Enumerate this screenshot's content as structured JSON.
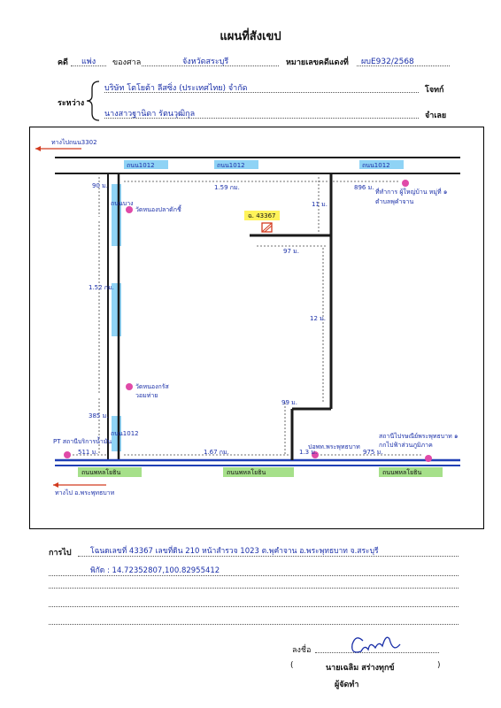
{
  "header": {
    "title": "แผนที่สังเขป",
    "case_label": "คดี",
    "case_type": "แพ่ง",
    "court_label": "ของศาล",
    "court_name": "จังหวัดสระบุรี",
    "red_case_label": "หมายเลขคดีแดงที่",
    "red_case_no": "ผบE932/2568"
  },
  "parties": {
    "between_label": "ระหว่าง",
    "plaintiff": "บริษัท โตโยต้า ลีสซิ่ง (ประเทศไทย) จำกัด",
    "plaintiff_role": "โจทก์",
    "defendant": "นางสาวฐานิดา  รัตนวุฒิกุล",
    "defendant_role": "จำเลย"
  },
  "map": {
    "to_top_left": "ทางไปถนน3302",
    "road_top_1": "ถนน1012",
    "road_top_2": "ถนน1012",
    "road_top_3": "ถนน1012",
    "dist_top": "1.59 กม.",
    "dist_right_top": "896 ม.",
    "place_1": "วัดหนองปลาดักชี้",
    "place_2": "วัดหนองกรัส\nวอมท่าย",
    "place_3": "ที่ทำการ ผู้ใหญ่บ้าน หมู่ที่ ๑\nตำบลพุคำจาน",
    "plot": "ฉ. 43367",
    "dist_plot_v": "11 ม.",
    "dist_plot_h": "97 ม.",
    "dist_long_v": "12 ม.",
    "dist_mid": "99 ม.",
    "dist_left_v1": "1.52 กม.",
    "dist_left_v2": "385 ม.",
    "dist_left_top": "90 ม.",
    "road_left": "ถนนบาง",
    "road_left_2": "ถนน1012",
    "pt_station": "PT สถานีบริการน้ำมัน",
    "dist_pt": "511 ม.",
    "dist_bottom": "1.67 กม.",
    "dist_bottom_2": "1.3 ม.",
    "police": "ปอพท.พระพุทธบาท",
    "dist_right_bottom": "975 ม.",
    "station_right": "สถานีไปรษณีย์พระพุทธบาท ๑\nกกไปฟ้าส่วนภูมิภาค",
    "road_bottom_1": "ถนนพหลโยธิน",
    "road_bottom_2": "ถนนพหลโยธิน",
    "road_bottom_3": "ถนนพหลโยธิน",
    "to_bottom_left": "ทางไป อ.พระพุทธบาท"
  },
  "directions": {
    "label": "การไป",
    "line1": "โฉนดเลขที่ 43367 เลขที่ดิน 210 หน้าสำรวจ 1023 ต.พุคำจาน อ.พระพุทธบาท จ.สระบุรี",
    "line2": "พิกัด : 14.72352807,100.82955412"
  },
  "signature": {
    "sign_label": "ลงชื่อ",
    "open_paren": "(",
    "name": "นายเฉลิม  สร่างทุกข์",
    "close_paren": ")",
    "role": "ผู้จัดทำ"
  },
  "colors": {
    "road_black": "#1a1a1a",
    "road_blue": "#1f3fb5",
    "highlight_blue": "#8fd3f5",
    "highlight_green": "#a6e08a",
    "highlight_yellow": "#fff35a",
    "arrow_red": "#d23a1e",
    "marker_pink": "#e04aa8",
    "ink_blue": "#1a2fa8"
  }
}
